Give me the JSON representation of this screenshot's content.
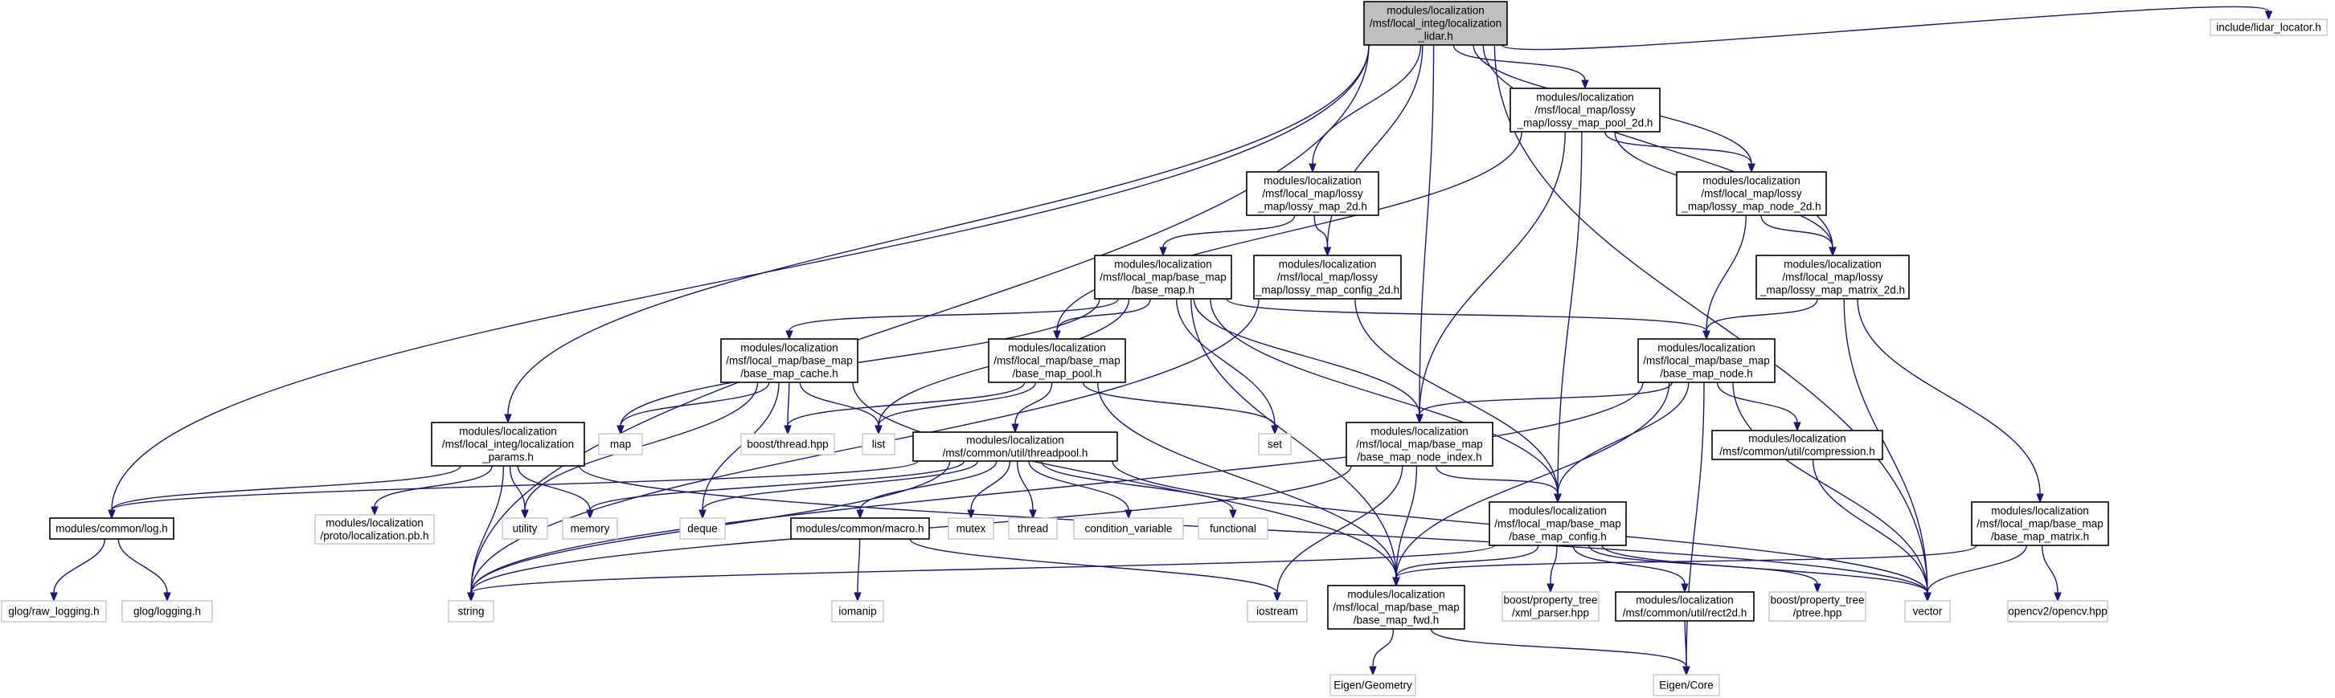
{
  "nodes": {
    "root": [
      "modules/localization",
      "/msf/local_integ/localization",
      "_lidar.h"
    ],
    "lidar_locator": [
      "include/lidar_locator.h"
    ],
    "pool2d": [
      "modules/localization",
      "/msf/local_map/lossy",
      "_map/lossy_map_pool_2d.h"
    ],
    "lossy2d": [
      "modules/localization",
      "/msf/local_map/lossy",
      "_map/lossy_map_2d.h"
    ],
    "node2d": [
      "modules/localization",
      "/msf/local_map/lossy",
      "_map/lossy_map_node_2d.h"
    ],
    "config2d": [
      "modules/localization",
      "/msf/local_map/lossy",
      "_map/lossy_map_config_2d.h"
    ],
    "base_map": [
      "modules/localization",
      "/msf/local_map/base_map",
      "/base_map.h"
    ],
    "matrix2d": [
      "modules/localization",
      "/msf/local_map/lossy",
      "_map/lossy_map_matrix_2d.h"
    ],
    "cache": [
      "modules/localization",
      "/msf/local_map/base_map",
      "/base_map_cache.h"
    ],
    "bm_pool": [
      "modules/localization",
      "/msf/local_map/base_map",
      "/base_map_pool.h"
    ],
    "bm_node": [
      "modules/localization",
      "/msf/local_map/base_map",
      "/base_map_node.h"
    ],
    "params": [
      "modules/localization",
      "/msf/local_integ/localization",
      "_params.h"
    ],
    "map": [
      "map"
    ],
    "thread_hpp": [
      "boost/thread.hpp"
    ],
    "list": [
      "list"
    ],
    "set": [
      "set"
    ],
    "node_index": [
      "modules/localization",
      "/msf/local_map/base_map",
      "/base_map_node_index.h"
    ],
    "threadpool": [
      "modules/localization",
      "/msf/common/util/threadpool.h"
    ],
    "compression": [
      "modules/localization",
      "/msf/common/util/compression.h"
    ],
    "log": [
      "modules/common/log.h"
    ],
    "proto": [
      "modules/localization",
      "/proto/localization.pb.h"
    ],
    "utility": [
      "utility"
    ],
    "memory": [
      "memory"
    ],
    "deque": [
      "deque"
    ],
    "macro": [
      "modules/common/macro.h"
    ],
    "mutex": [
      "mutex"
    ],
    "thread": [
      "thread"
    ],
    "cond_var": [
      "condition_variable"
    ],
    "functional": [
      "functional"
    ],
    "bm_config": [
      "modules/localization",
      "/msf/local_map/base_map",
      "/base_map_config.h"
    ],
    "bm_matrix": [
      "modules/localization",
      "/msf/local_map/base_map",
      "/base_map_matrix.h"
    ],
    "glog_raw": [
      "glog/raw_logging.h"
    ],
    "glog": [
      "glog/logging.h"
    ],
    "string": [
      "string"
    ],
    "iomanip": [
      "iomanip"
    ],
    "iostream": [
      "iostream"
    ],
    "bm_fwd": [
      "modules/localization",
      "/msf/local_map/base_map",
      "/base_map_fwd.h"
    ],
    "xml_parser": [
      "boost/property_tree",
      "/xml_parser.hpp"
    ],
    "rect2d": [
      "modules/localization",
      "/msf/common/util/rect2d.h"
    ],
    "ptree": [
      "boost/property_tree",
      "/ptree.hpp"
    ],
    "vector": [
      "vector"
    ],
    "opencv": [
      "opencv2/opencv.hpp"
    ],
    "eigen_geometry": [
      "Eigen/Geometry"
    ],
    "eigen_core": [
      "Eigen/Core"
    ]
  }
}
